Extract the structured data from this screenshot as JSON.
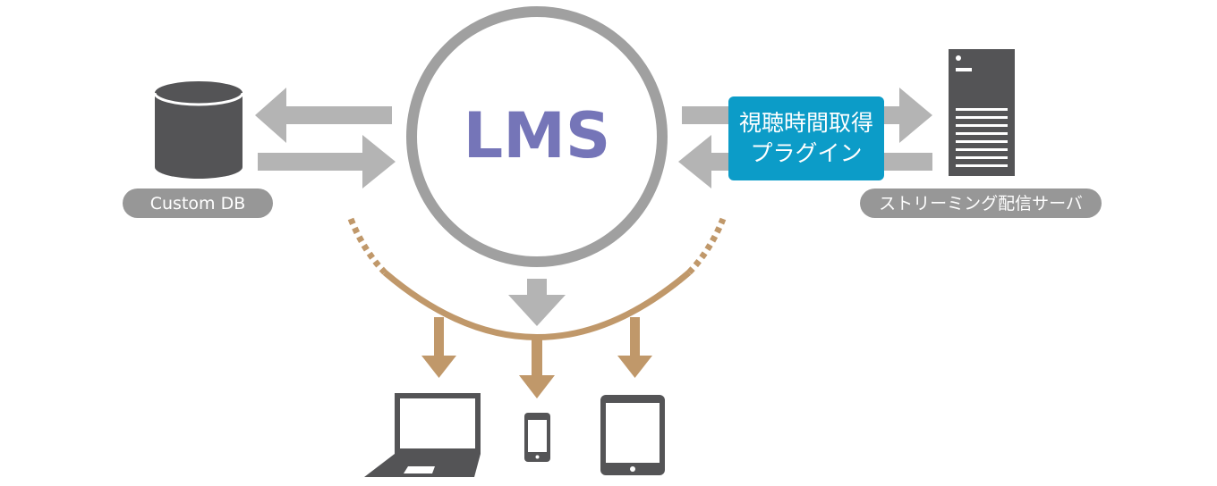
{
  "center": {
    "label": "LMS",
    "label_color": "#7575b8",
    "ring_color": "#a0a0a0"
  },
  "database": {
    "label": "Custom DB"
  },
  "plugin": {
    "line1": "視聴時間取得",
    "line2": "プラグイン",
    "color": "#0c9cc8"
  },
  "server": {
    "label": "ストリーミング配信サーバ"
  },
  "devices": {
    "items": [
      "laptop",
      "smartphone",
      "tablet"
    ],
    "arrow_color": "#c0986a"
  },
  "colors": {
    "arrow_gray": "#b4b4b4",
    "pill_gray": "#979797",
    "icon_dark": "#545456",
    "arc_brown": "#c0986a"
  }
}
